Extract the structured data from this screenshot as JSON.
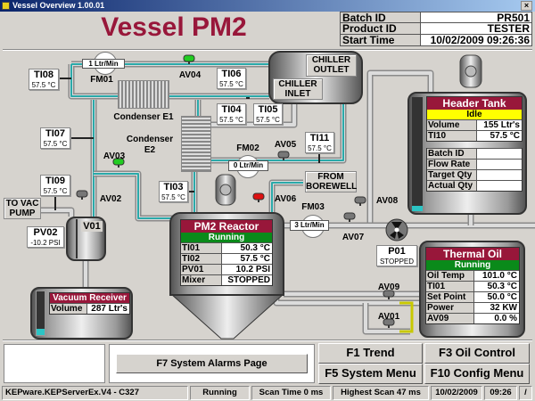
{
  "window": {
    "title": "Vessel Overview 1.00.01",
    "close": "×"
  },
  "header": {
    "title": "Vessel PM2",
    "batch": [
      {
        "label": "Batch ID",
        "value": "PR501"
      },
      {
        "label": "Product ID",
        "value": "TESTER"
      },
      {
        "label": "Start Time",
        "value": "10/02/2009 09:26:36"
      }
    ]
  },
  "temps": {
    "TI08": "57.5 °C",
    "TI06": "57.5 °C",
    "TI04": "57.5 °C",
    "TI05": "57.5 °C",
    "TI07": "57.5 °C",
    "TI11": "57.5 °C",
    "TI09": "57.5 °C",
    "TI03": "57.5 °C"
  },
  "pv02": {
    "label": "PV02",
    "value": "-10.2 PSI"
  },
  "flowmeters": {
    "FM01": "1 Ltr/Min",
    "FM02": "0 Ltr/Min",
    "FM03": "3 Ltr/Min"
  },
  "labels": {
    "fm01": "FM01",
    "fm02": "FM02",
    "fm03": "FM03",
    "av01": "AV01",
    "av02": "AV02",
    "av03": "AV03",
    "av04": "AV04",
    "av05": "AV05",
    "av06": "AV06",
    "av07": "AV07",
    "av08": "AV08",
    "av09": "AV09",
    "v01": "V01",
    "condenser_e1": "Condenser E1",
    "condenser_e2_1": "Condenser",
    "condenser_e2_2": "E2",
    "chiller_outlet": "CHILLER OUTLET",
    "chiller_inlet": "CHILLER INLET",
    "from_borewell": "FROM BOREWELL",
    "to_vac_pump": "TO VAC PUMP"
  },
  "valve_states": {
    "av03": "open",
    "av04": "open",
    "av06": "closed"
  },
  "pump": {
    "label": "P01",
    "status": "STOPPED"
  },
  "reactor": {
    "title": "PM2 Reactor",
    "status": "Running",
    "rows": [
      {
        "label": "TI01",
        "value": "50.3 °C"
      },
      {
        "label": "TI02",
        "value": "57.5 °C"
      },
      {
        "label": "PV01",
        "value": "10.2 PSI"
      },
      {
        "label": "Mixer",
        "value": "STOPPED"
      }
    ]
  },
  "header_tank": {
    "title": "Header Tank",
    "status": "Idle",
    "rows": [
      {
        "label": "Volume",
        "value": "155 Ltr's"
      },
      {
        "label": "TI10",
        "value": "57.5 °C"
      }
    ],
    "batch_rows": [
      {
        "label": "Batch ID",
        "value": ""
      },
      {
        "label": "Flow Rate",
        "value": ""
      },
      {
        "label": "Target Qty",
        "value": ""
      },
      {
        "label": "Actual Qty",
        "value": ""
      }
    ],
    "level_percent": 5
  },
  "thermal_oil": {
    "title": "Thermal Oil",
    "status": "Running",
    "rows": [
      {
        "label": "Oil Temp",
        "value": "101.0 °C"
      },
      {
        "label": "TI01",
        "value": "50.3 °C"
      },
      {
        "label": "Set Point",
        "value": "50.0 °C"
      },
      {
        "label": "Power",
        "value": "32 KW"
      },
      {
        "label": "AV09",
        "value": "0.0 %"
      }
    ]
  },
  "vacuum_receiver": {
    "title": "Vacuum Receiver",
    "rows": [
      {
        "label": "Volume",
        "value": "287 Ltr's"
      }
    ],
    "level_percent": 15
  },
  "buttons": {
    "f7": "F7 System Alarms Page",
    "f1": "F1 Trend",
    "f3": "F3 Oil Control",
    "f5": "F5 System Menu",
    "f10": "F10 Config Menu"
  },
  "statusbar": {
    "server": "KEPware.KEPServerEx.V4 - C327",
    "state": "Running",
    "scan": "Scan Time 0 ms",
    "highest": "Highest Scan 47 ms",
    "date": "10/02/2009",
    "time": "09:26",
    "extra": "/"
  },
  "colors": {
    "title": "#98173a",
    "running": "#0a8a1a",
    "idle": "#ffff00",
    "teal": "#2aa9a9",
    "valve_open": "#22cc22",
    "valve_closed": "#dd1111"
  }
}
